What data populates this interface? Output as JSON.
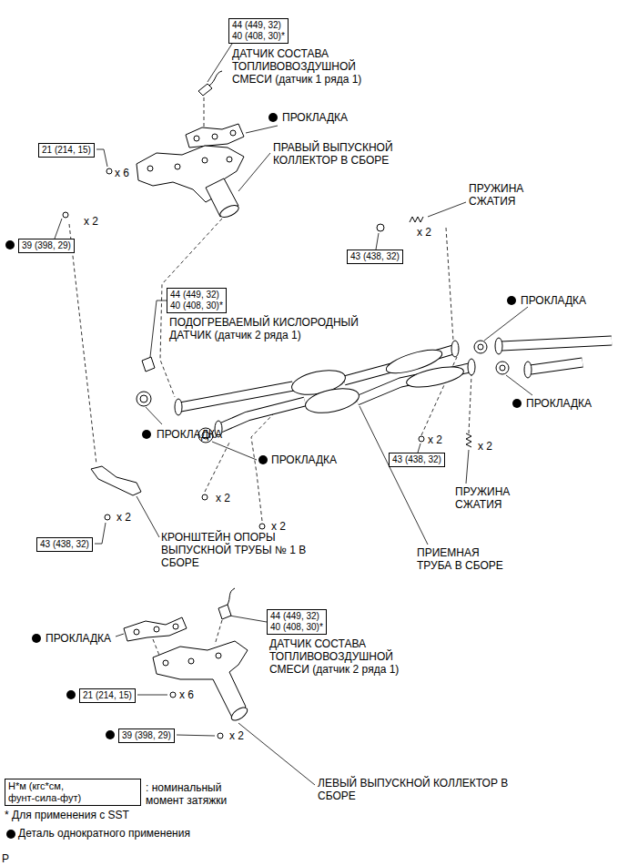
{
  "diagram": {
    "nodes": [
      {
        "text": [
          "44 (449, 32)",
          "40 (408, 30)*"
        ]
      },
      {
        "text": [
          "21 (214, 15)"
        ]
      },
      {
        "text": [
          "39 (398, 29)"
        ]
      },
      {
        "text": [
          "43 (438, 32)"
        ]
      },
      {
        "text": [
          "44 (449, 32)",
          "40 (408, 30)*"
        ]
      },
      {
        "text": [
          "43 (438, 32)"
        ]
      },
      {
        "text": [
          "43 (438, 32)"
        ]
      },
      {
        "text": [
          "44 (449, 32)",
          "40 (408, 30)*"
        ]
      },
      {
        "text": [
          "21 (214, 15)"
        ]
      },
      {
        "text": [
          "39 (398, 29)"
        ]
      },
      {
        "text": [
          "Н*м (кгс*см, фунт-сила-фут)"
        ]
      }
    ],
    "labels": [
      "ДАТЧИК СОСТАВА ТОПЛИВОВОЗДУШНОЙ СМЕСИ (датчик 1 ряда 1)",
      "ПРОКЛАДКА",
      "ПРАВЫЙ ВЫПУСКНОЙ КОЛЛЕКТОР В СБОРЕ",
      "x 6",
      "x 2",
      "ПРУЖИНА СЖАТИЯ",
      "x 2",
      "ПРОКЛАДКА",
      "ПОДОГРЕВАЕМЫЙ КИСЛОРОДНЫЙ ДАТЧИК (датчик 2 ряда 1)",
      "ПРОКЛАДКА",
      "ПРОКЛАДКА",
      "ПРОКЛАДКА",
      "x 2",
      "x 2",
      "ПРУЖИНА СЖАТИЯ",
      "x 2",
      "x 2",
      "x 2",
      "КРОНШТЕЙН ОПОРЫ ВЫПУСКНОЙ ТРУБЫ № 1 В СБОРЕ",
      "ПРИЕМНАЯ ТРУБА В СБОРЕ",
      "ПРОКЛАДКА",
      "ДАТЧИК СОСТАВА ТОПЛИВОВОЗДУШНОЙ СМЕСИ (датчик 2 ряда 1)",
      "x 6",
      "x 2",
      "ЛЕВЫЙ ВЫПУСКНОЙ КОЛЛЕКТОР В СБОРЕ",
      ": номинальный момент затяжки",
      "* Для применения с SST",
      "P"
    ],
    "legend": [
      {
        "text": "Деталь однократного применения"
      }
    ]
  }
}
